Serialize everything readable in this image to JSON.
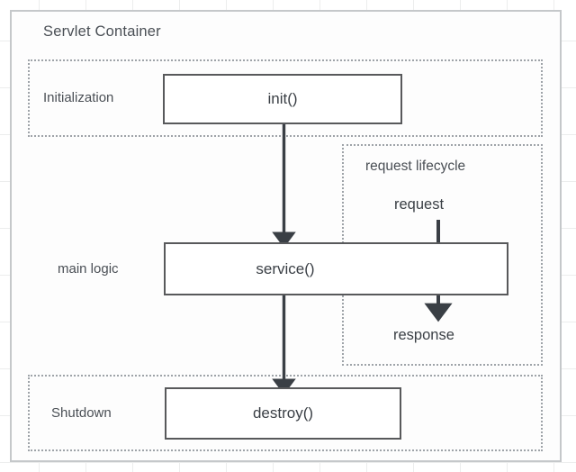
{
  "diagram": {
    "title": "Servlet Container",
    "type": "servlet-lifecycle-diagram",
    "regions": {
      "initialization": {
        "label": "Initialization"
      },
      "main_logic": {
        "label": "main logic"
      },
      "shutdown": {
        "label": "Shutdown"
      },
      "request_lifecycle": {
        "label": "request lifecycle"
      }
    },
    "methods": {
      "init": "init()",
      "service": "service()",
      "destroy": "destroy()"
    },
    "flow_labels": {
      "request": "request",
      "response": "response"
    },
    "colors": {
      "container_border": "#c5c8ca",
      "dotted_border": "#9ea3a8",
      "box_border": "#58595b",
      "text": "#4a4f55",
      "arrow": "#3a3f45",
      "grid": "#eceded",
      "background": "#ffffff"
    }
  }
}
